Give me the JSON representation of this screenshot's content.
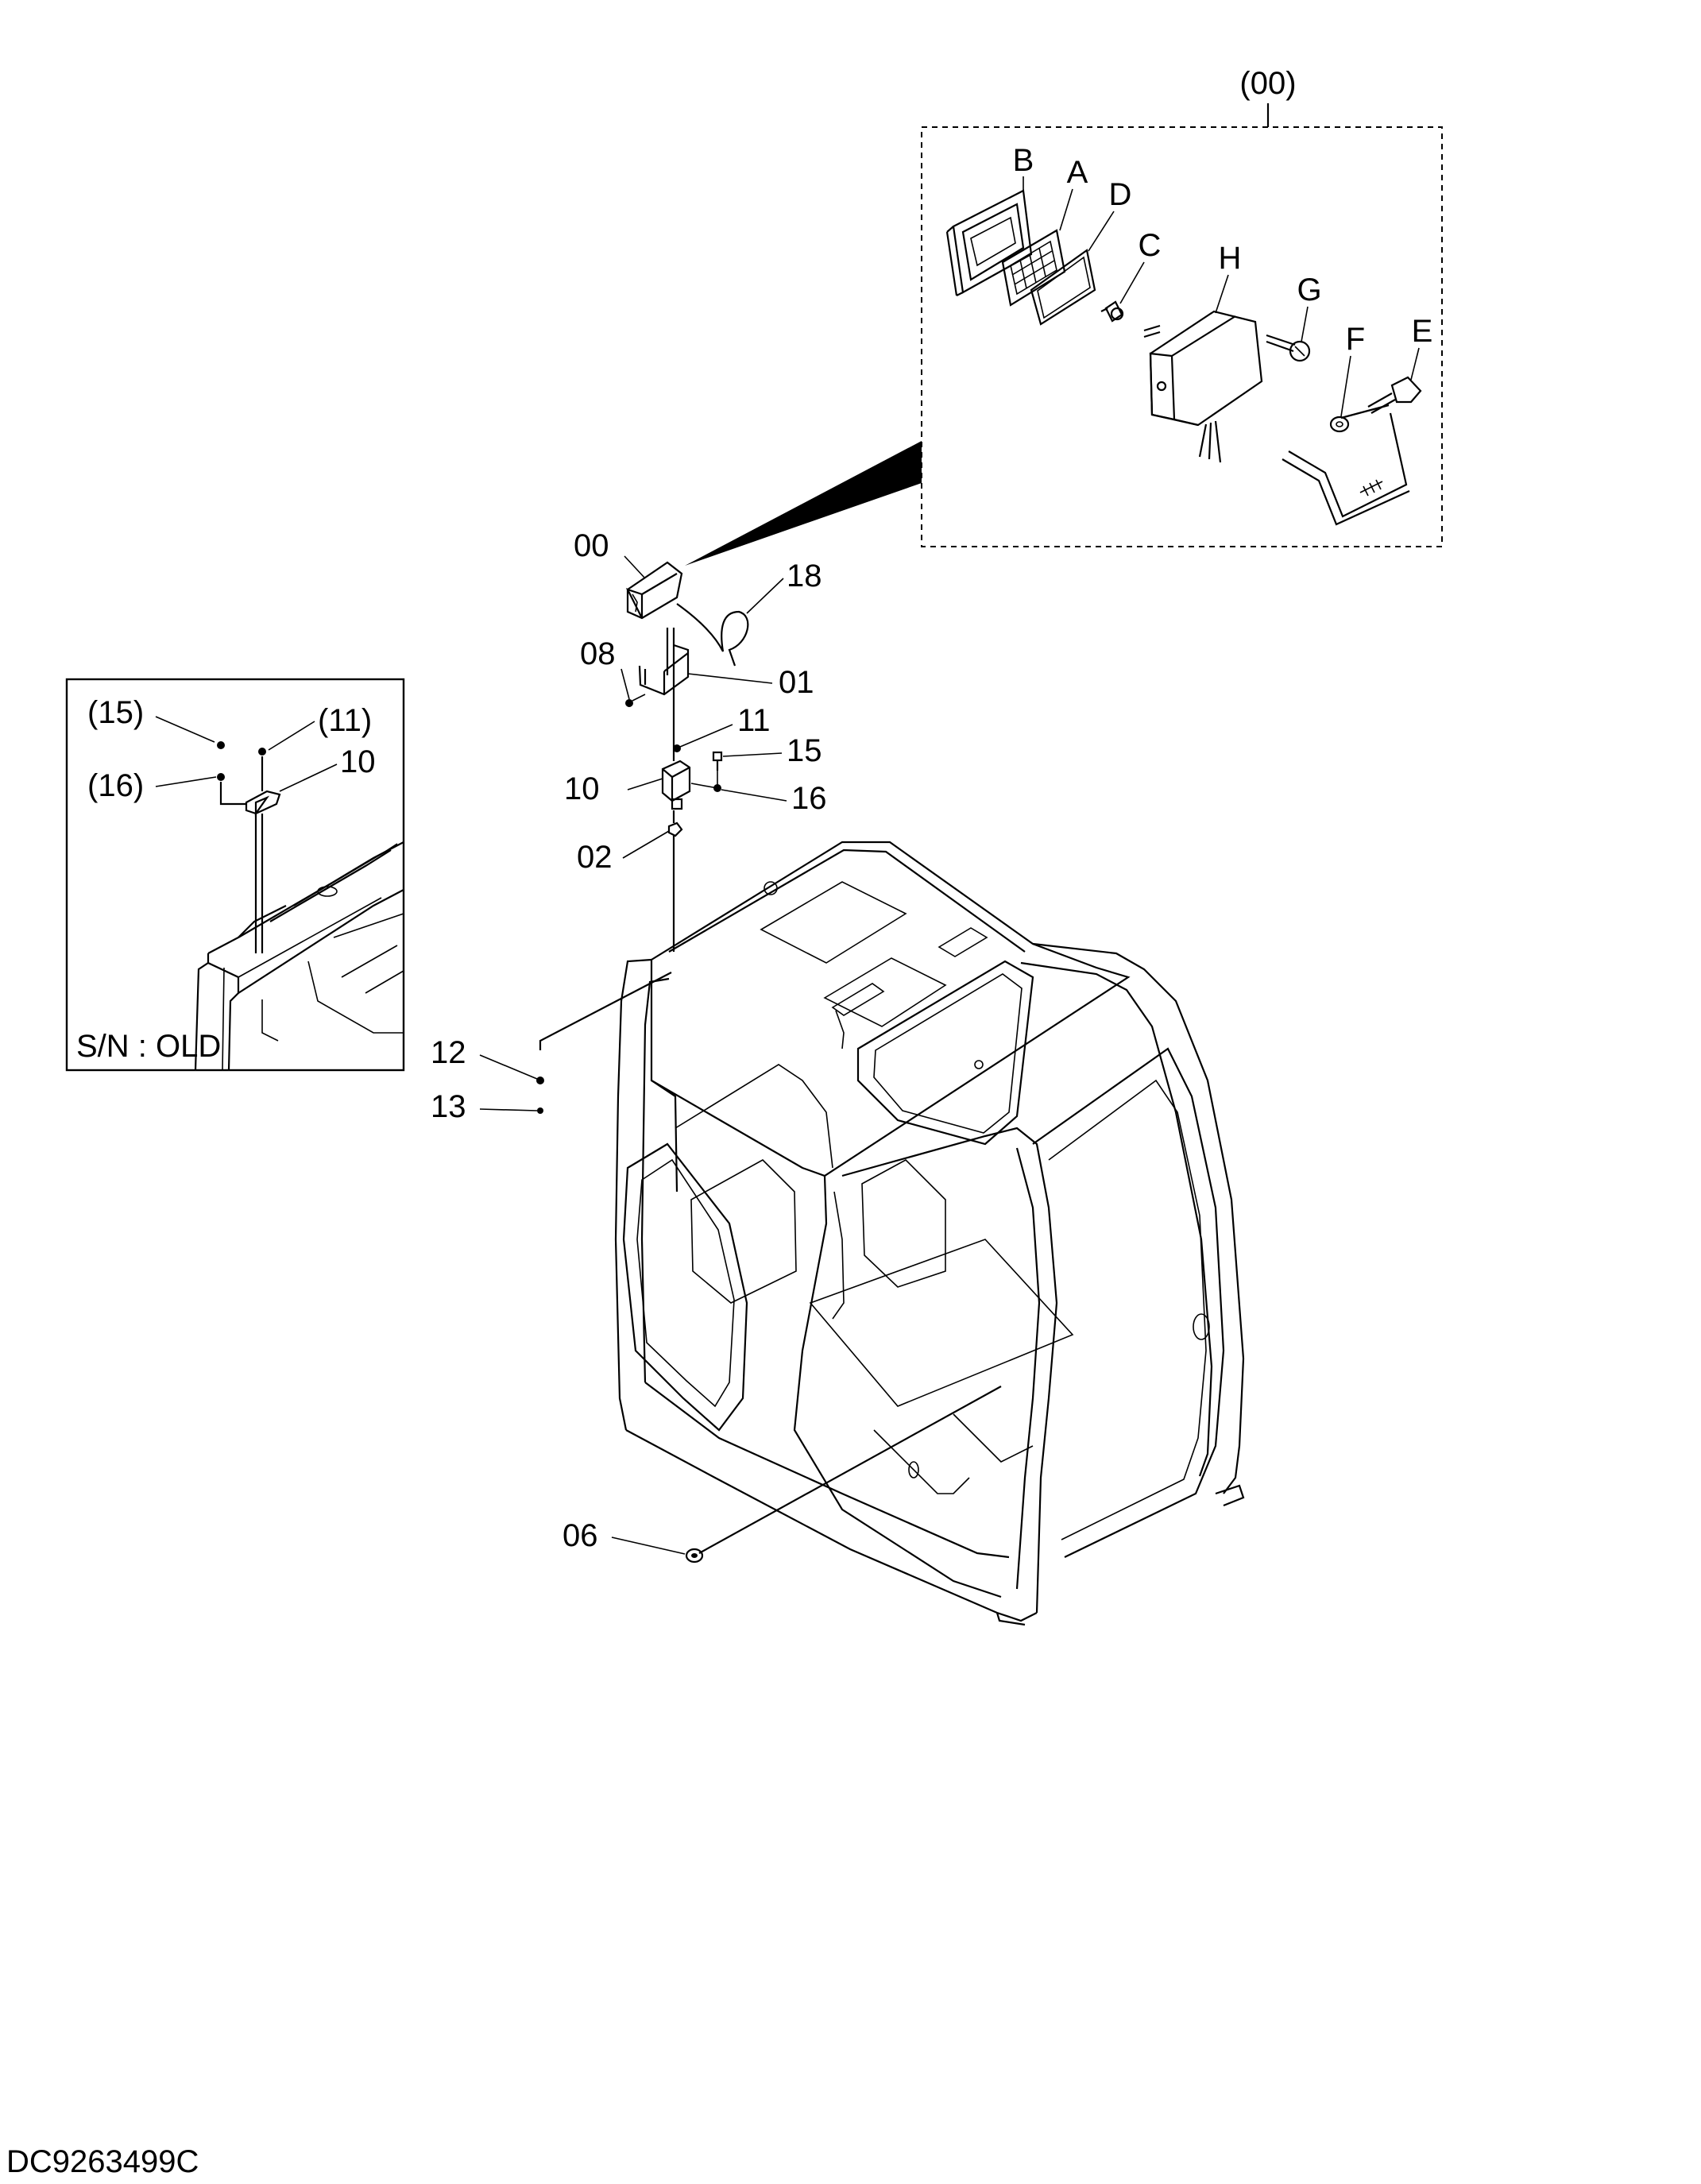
{
  "detail_box": {
    "label": "(00)"
  },
  "detail_parts": {
    "B": "B",
    "A": "A",
    "D": "D",
    "C": "C",
    "H": "H",
    "G": "G",
    "F": "F",
    "E": "E"
  },
  "callouts": {
    "p00": "00",
    "p18": "18",
    "p08": "08",
    "p01": "01",
    "p11": "11",
    "p15": "15",
    "p10": "10",
    "p16": "16",
    "p02": "02",
    "p12": "12",
    "p13": "13",
    "p06": "06"
  },
  "inset": {
    "c15": "(15)",
    "c11": "(11)",
    "c16": "(16)",
    "c10": "10",
    "serial_label": "S/N : OLD"
  },
  "drawing_number": "DC9263499C"
}
